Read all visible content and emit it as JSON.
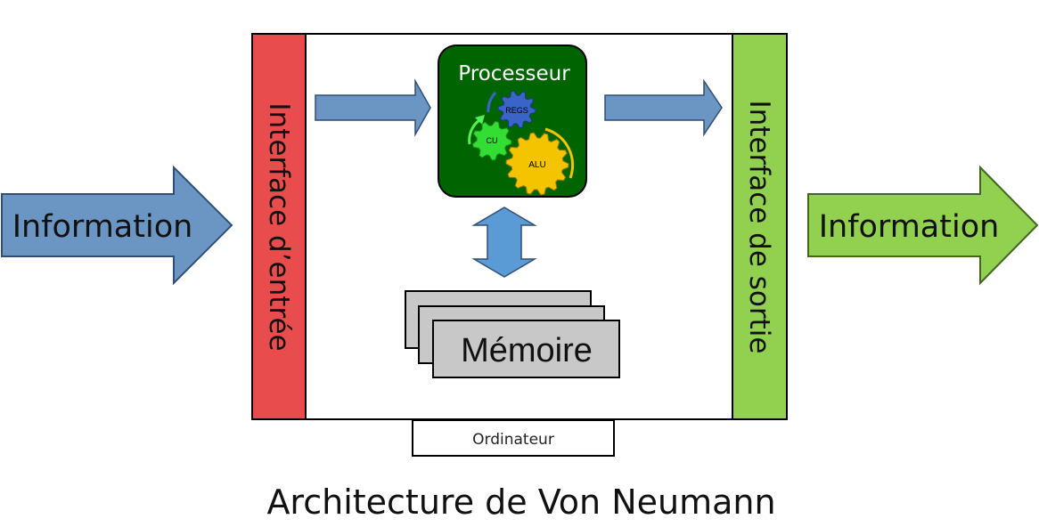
{
  "title": "Architecture de Von Neumann",
  "input_label": "Information",
  "output_label": "Information",
  "input_interface": "Interface d’entrée",
  "output_interface": "Interface de sortie",
  "processor": {
    "label": "Processeur",
    "gears": {
      "regs": "REGS",
      "cu": "CU",
      "alu": "ALU"
    }
  },
  "memory_label": "Mémoire",
  "computer_label": "Ordinateur",
  "colors": {
    "input_arrow": "#6b96c3",
    "output_arrow": "#92d050",
    "input_interface": "#e84c4c",
    "output_interface": "#92d050",
    "processor_bg": "#006400",
    "gear_regs": "#3a64c8",
    "gear_cu": "#33dd33",
    "gear_alu": "#f5c400",
    "memory_card": "#c8c8c8",
    "bus_arrow": "#5b9bd5"
  }
}
